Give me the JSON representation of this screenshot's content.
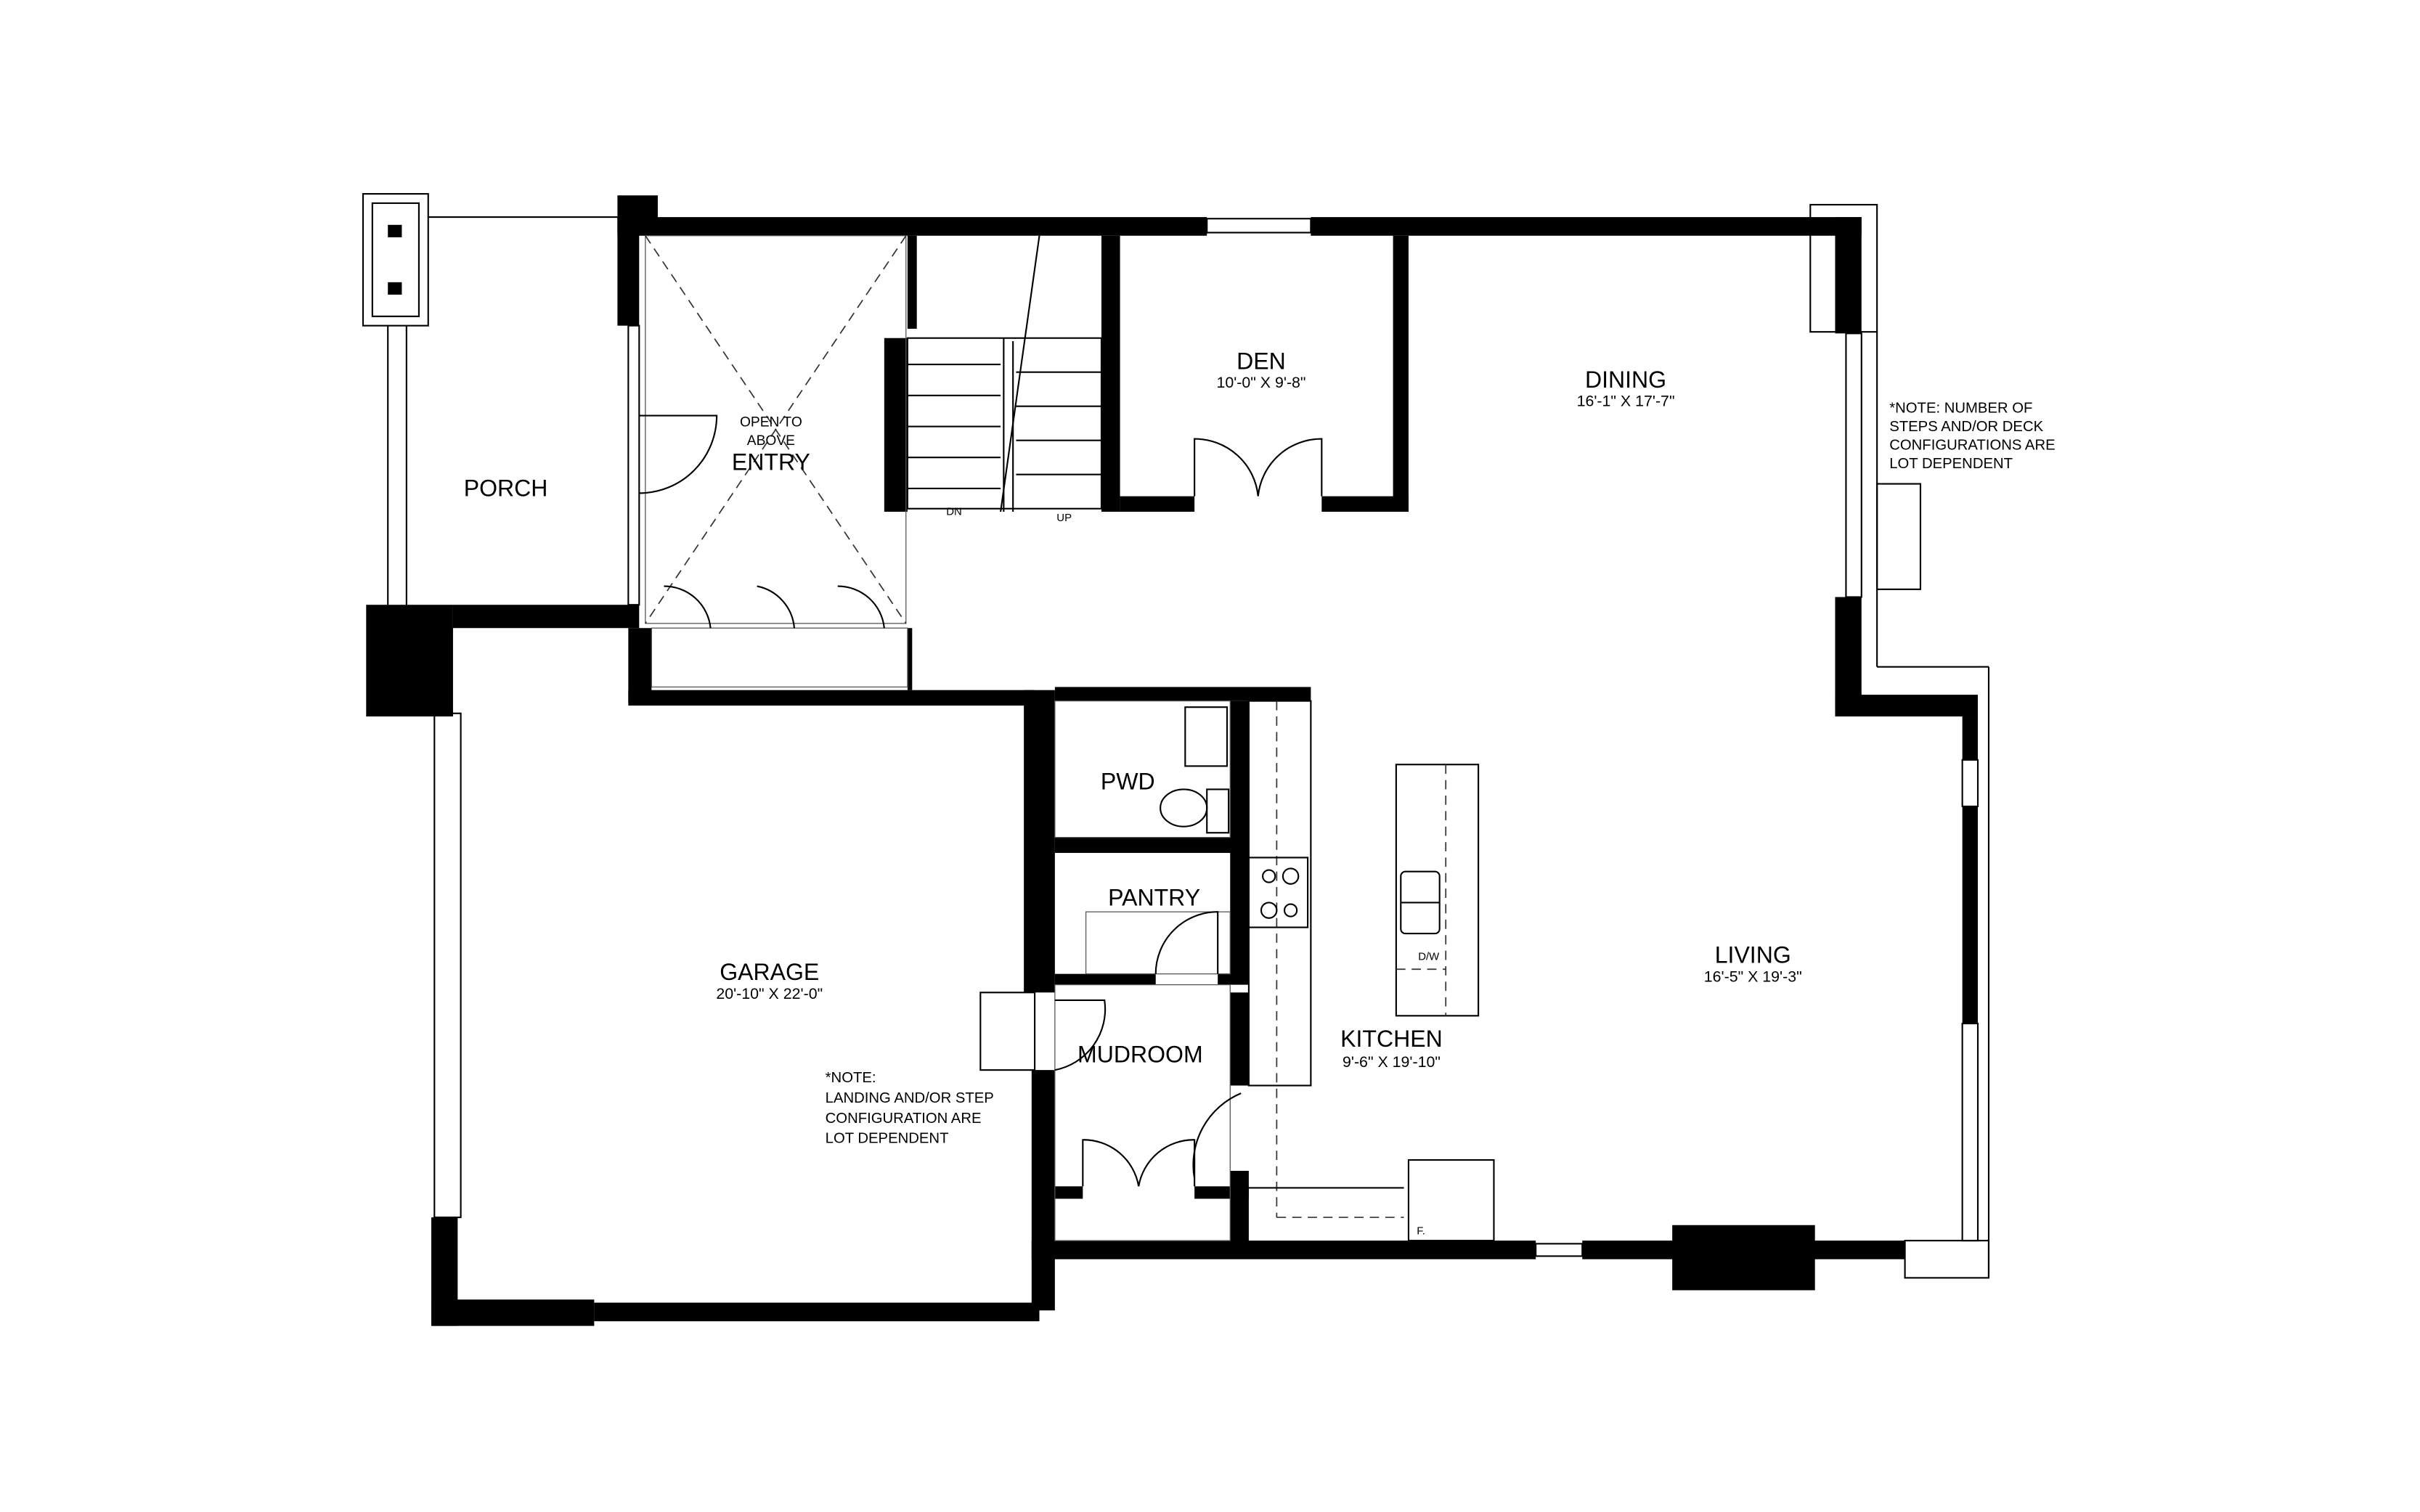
{
  "rooms": {
    "porch": {
      "label": "PORCH"
    },
    "entry": {
      "label": "ENTRY",
      "open_label_1": "OPEN TO",
      "open_label_2": "ABOVE"
    },
    "den": {
      "label": "DEN",
      "size": "10'-0\" X 9'-8\""
    },
    "dining": {
      "label": "DINING",
      "size": "16'-1\" X 17'-7\""
    },
    "garage": {
      "label": "GARAGE",
      "size": "20'-10\" X 22'-0\""
    },
    "pwd": {
      "label": "PWD"
    },
    "pantry": {
      "label": "PANTRY"
    },
    "mudroom": {
      "label": "MUDROOM"
    },
    "kitchen": {
      "label": "KITCHEN",
      "size": "9'-6\" X 19'-10\""
    },
    "living": {
      "label": "LIVING",
      "size": "16'-5\" X 19'-3\""
    }
  },
  "stairs": {
    "down": "DN",
    "up": "UP"
  },
  "fixtures": {
    "dishwasher": "D/W",
    "fridge": "F."
  },
  "notes": {
    "deck": [
      "*NOTE: NUMBER OF",
      "STEPS AND/OR DECK",
      "CONFIGURATIONS ARE",
      "LOT DEPENDENT"
    ],
    "garage": [
      "*NOTE:",
      "LANDING AND/OR  STEP",
      "CONFIGURATION ARE",
      "LOT DEPENDENT"
    ]
  }
}
